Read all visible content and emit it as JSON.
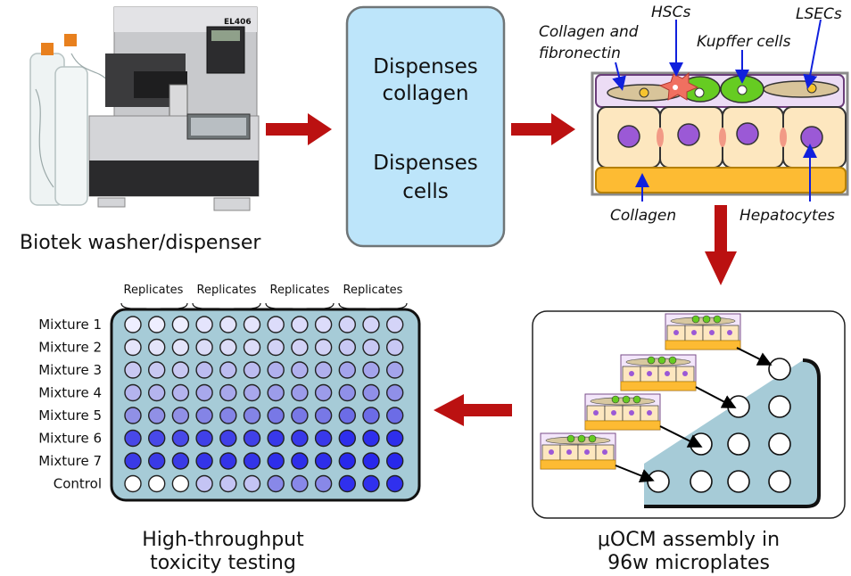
{
  "machine": {
    "caption": "Biotek washer/dispenser",
    "badge": "EL406"
  },
  "process_box": {
    "line1": "Dispenses",
    "line2": "collagen",
    "line3": "Dispenses",
    "line4": "cells"
  },
  "tissue": {
    "labels": {
      "hscs": "HSCs",
      "lsecs": "LSECs",
      "collagen_fibronectin_1": "Collagen and",
      "collagen_fibronectin_2": "fibronectin",
      "kupffer": "Kupffer cells",
      "collagen": "Collagen",
      "hepatocytes": "Hepatocytes"
    },
    "colors": {
      "hepatocyte": "#fde7bf",
      "collagen": "#fdbb33",
      "lsec_layer": "#e8daf3",
      "nucleus": "#9b59d6",
      "kupffer": "#66cc22",
      "hsc": "#f07060"
    }
  },
  "plate": {
    "replicate_labels": [
      "Replicates",
      "Replicates",
      "Replicates",
      "Replicates"
    ],
    "rows": [
      "Mixture 1",
      "Mixture 2",
      "Mixture 3",
      "Mixture 4",
      "Mixture 5",
      "Mixture 6",
      "Mixture 7",
      "Control"
    ],
    "columns": 12,
    "well_colors": [
      [
        "#eeeeff",
        "#eeeeff",
        "#eeeeff",
        "#e4e4fc",
        "#e4e4fc",
        "#e4e4fc",
        "#dcdcfa",
        "#dcdcfa",
        "#dcdcfa",
        "#d4d4f8",
        "#d4d4f8",
        "#d4d4f8"
      ],
      [
        "#e4e4fa",
        "#e4e4fa",
        "#e4e4fa",
        "#dcdcf8",
        "#dcdcf8",
        "#dcdcf8",
        "#d2d2f6",
        "#d2d2f6",
        "#d2d2f6",
        "#c8c8f4",
        "#c8c8f4",
        "#c8c8f4"
      ],
      [
        "#c8c8f2",
        "#c8c8f2",
        "#c8c8f2",
        "#bcbcf0",
        "#bcbcf0",
        "#bcbcf0",
        "#b0b0ee",
        "#b0b0ee",
        "#b0b0ee",
        "#a4a4ec",
        "#a4a4ec",
        "#a4a4ec"
      ],
      [
        "#b4b4ee",
        "#b4b4ee",
        "#b4b4ee",
        "#a8a8ec",
        "#a8a8ec",
        "#a8a8ec",
        "#9c9cea",
        "#9c9cea",
        "#9c9cea",
        "#9090e8",
        "#9090e8",
        "#9090e8"
      ],
      [
        "#9090e6",
        "#9090e6",
        "#9090e6",
        "#8484e6",
        "#8484e6",
        "#8484e6",
        "#7878e6",
        "#7878e6",
        "#7878e6",
        "#6c6ce6",
        "#6c6ce6",
        "#6c6ce6"
      ],
      [
        "#4848e8",
        "#4848e8",
        "#4848e8",
        "#4040e8",
        "#4040e8",
        "#4040e8",
        "#3838ea",
        "#3838ea",
        "#3838ea",
        "#2e2eec",
        "#2e2eec",
        "#2e2eec"
      ],
      [
        "#3a3ae6",
        "#3a3ae6",
        "#3a3ae6",
        "#3434e8",
        "#3434e8",
        "#3434e8",
        "#2e2eea",
        "#2e2eea",
        "#2e2eea",
        "#2828ec",
        "#2828ec",
        "#2828ec"
      ],
      [
        "#ffffff",
        "#ffffff",
        "#ffffff",
        "#c4c4f4",
        "#c4c4f4",
        "#c4c4f4",
        "#8888e8",
        "#8888e8",
        "#8888e8",
        "#3030ee",
        "#3030ee",
        "#3030ee"
      ]
    ],
    "caption_line1": "High-throughput",
    "caption_line2": "toxicity testing"
  },
  "assembly": {
    "caption_line1": "μOCM assembly in",
    "caption_line2": "96w microplates"
  },
  "colors": {
    "arrow": "#bb1111",
    "process_fill": "#bde5fa",
    "plate_fill": "#a6cbd7",
    "micro_fill": "#a6cbd7"
  }
}
